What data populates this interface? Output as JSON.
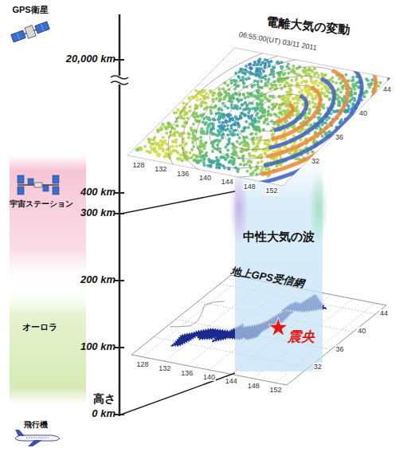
{
  "diagram": {
    "labels": [
      "GPS衛星",
      "20,000 km",
      "宇宙ステーション",
      "400 km",
      "300 km",
      "200 km",
      "オーロラ",
      "100 km",
      "高さ",
      "0 km",
      "飛行機",
      "電離大気の変動",
      "06:55:00(UT) 03/11 2011",
      "32",
      "36",
      "40",
      "44",
      "128",
      "132",
      "136",
      "140",
      "144",
      "148",
      "152",
      "中性大気の波",
      "地上GPS受信網",
      "震央",
      "32",
      "36",
      "40",
      "44",
      "128",
      "132",
      "136",
      "140",
      "144",
      "148",
      "152"
    ]
  }
}
